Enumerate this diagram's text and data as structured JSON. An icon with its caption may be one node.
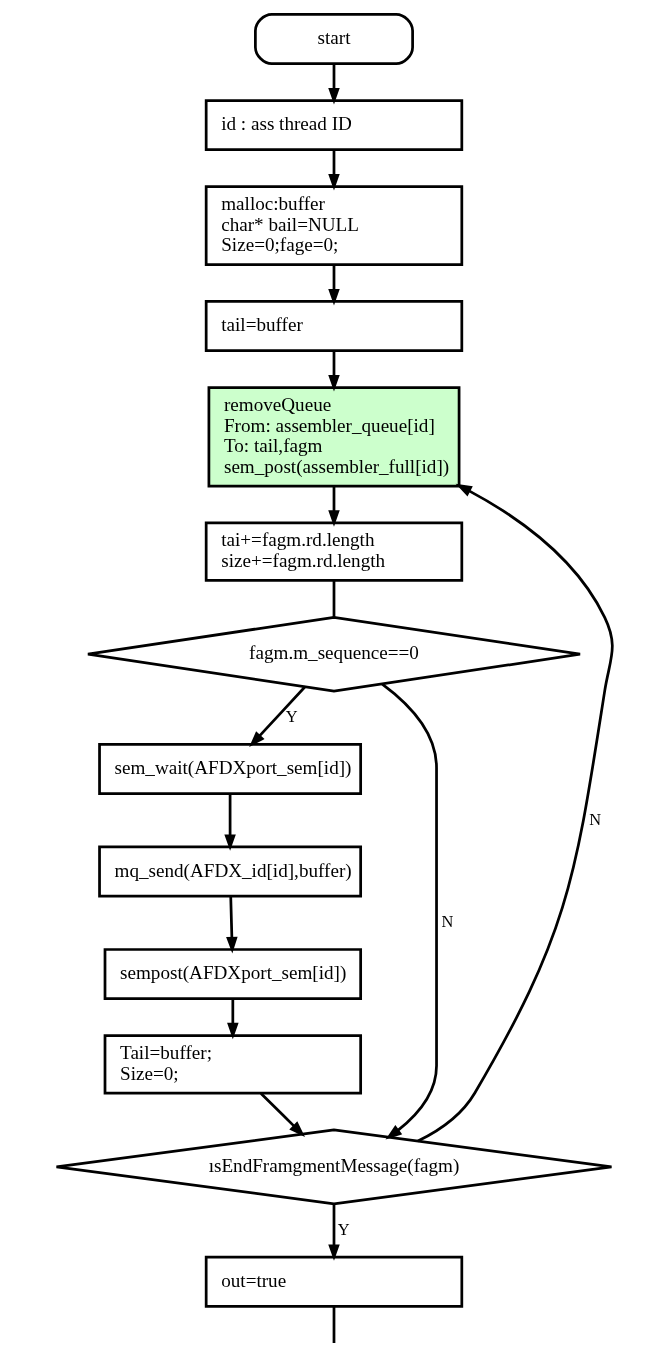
{
  "diagram": {
    "nodes": [
      {
        "text": [
          "start"
        ]
      },
      {
        "text": [
          "id : ass thread ID"
        ]
      },
      {
        "text": [
          "malloc:buffer char* bail=NULL Size=0;fage=0;"
        ]
      },
      {
        "text": [
          "tail=buffer"
        ]
      },
      {
        "text": [
          "removeQueue From: assembler_queue[id] To: tail,fagm sem_post(assembler_full[id])"
        ]
      },
      {
        "text": [
          "tai+=fagm.rd.length size+=fagm.rd.length"
        ]
      },
      {
        "text": [
          "fagm.m_sequence==0"
        ]
      },
      {
        "text": [
          "sem_wait(AFDXport_sem[id])"
        ]
      },
      {
        "text": [
          "mq_send(AFDX_id[id],buffer)"
        ]
      },
      {
        "text": [
          "sempost(AFDXport_sem[id])"
        ]
      },
      {
        "text": [
          "Tail=buffer; Size=0;"
        ]
      },
      {
        "text": [
          "ısEndFramgmentMessage(fagm)"
        ]
      },
      {
        "text": [
          "out=true"
        ]
      }
    ],
    "edges": [
      {
        "from": 0,
        "to": 1,
        "arrow": "to"
      },
      {
        "from": 1,
        "to": 2,
        "arrow": "to"
      },
      {
        "from": 2,
        "to": 3,
        "arrow": "to"
      },
      {
        "from": 3,
        "to": 4,
        "arrow": "to"
      },
      {
        "from": 4,
        "to": 5,
        "arrow": "to"
      },
      {
        "from": 5,
        "to": 6,
        "arrow": "none"
      },
      {
        "from": 6,
        "to": 7,
        "arrow": "to",
        "label": "Y"
      },
      {
        "from": 6,
        "to": 11,
        "arrow": "to",
        "label": "N"
      },
      {
        "from": 7,
        "to": 8,
        "arrow": "to"
      },
      {
        "from": 8,
        "to": 9,
        "arrow": "to"
      },
      {
        "from": 9,
        "to": 10,
        "arrow": "to"
      },
      {
        "from": 10,
        "to": 11,
        "arrow": "to"
      },
      {
        "from": 11,
        "to": 12,
        "arrow": "to",
        "label": "Y"
      },
      {
        "from": 11,
        "to": 4,
        "arrow": "to",
        "label": "N"
      },
      {
        "from": 12,
        "to": null,
        "arrow": "none"
      }
    ]
  }
}
